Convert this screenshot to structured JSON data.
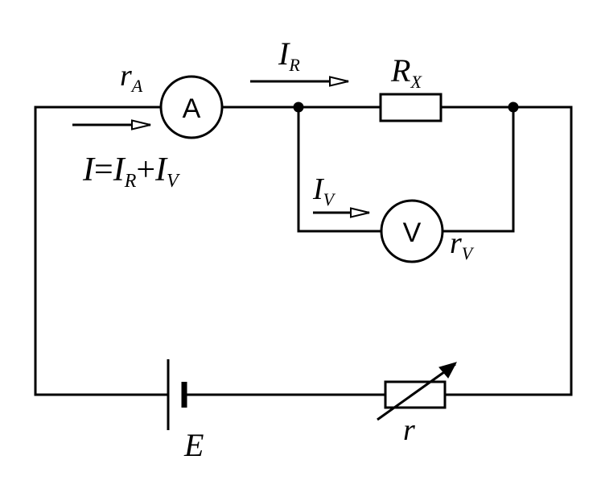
{
  "labels": {
    "ammeter_symbol": "A",
    "voltmeter_symbol": "V",
    "ammeter_resistance": {
      "main": "r",
      "sub": "A"
    },
    "resistor_current": {
      "main": "I",
      "sub": "R"
    },
    "unknown_resistor": {
      "main": "R",
      "sub": "X"
    },
    "voltmeter_current": {
      "main": "I",
      "sub": "V"
    },
    "voltmeter_resistance": {
      "main": "r",
      "sub": "V"
    },
    "current_equation": {
      "lhs": "I",
      "eq": "=",
      "t1": "I",
      "t1_sub": "R",
      "plus": "+",
      "t2": "I",
      "t2_sub": "V"
    },
    "emf": "E",
    "rheostat": "r"
  }
}
